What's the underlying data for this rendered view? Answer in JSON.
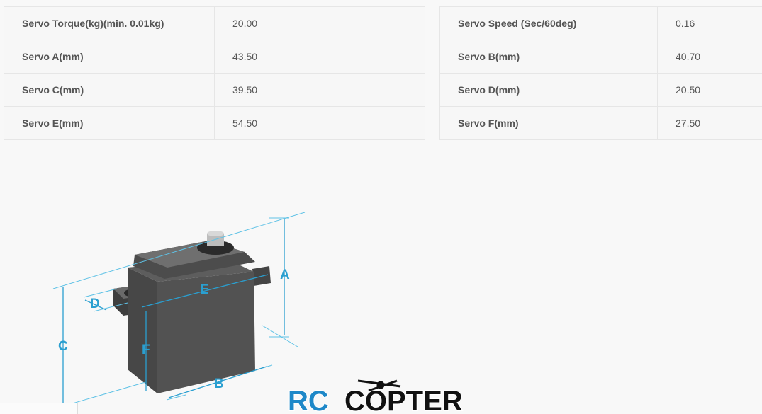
{
  "specs_left": [
    {
      "label": "Servo Torque(kg)(min. 0.01kg)",
      "value": "20.00"
    },
    {
      "label": "Servo A(mm)",
      "value": "43.50"
    },
    {
      "label": "Servo C(mm)",
      "value": "39.50"
    },
    {
      "label": "Servo E(mm)",
      "value": "54.50"
    }
  ],
  "specs_right": [
    {
      "label": "Servo Speed (Sec/60deg)",
      "value": "0.16"
    },
    {
      "label": "Servo B(mm)",
      "value": "40.70"
    },
    {
      "label": "Servo D(mm)",
      "value": "20.50"
    },
    {
      "label": "Servo F(mm)",
      "value": "27.50"
    }
  ],
  "diagram": {
    "letters": {
      "a": "A",
      "b": "B",
      "c": "C",
      "d": "D",
      "e": "E",
      "f": "F"
    },
    "colors": {
      "dimension": "#2a9fd0",
      "body": "#4b4b4b"
    }
  },
  "logo": {
    "part1": "RC",
    "part2": "COPTER",
    "colors": {
      "rc": "#1e88c8",
      "copter": "#111111"
    }
  }
}
